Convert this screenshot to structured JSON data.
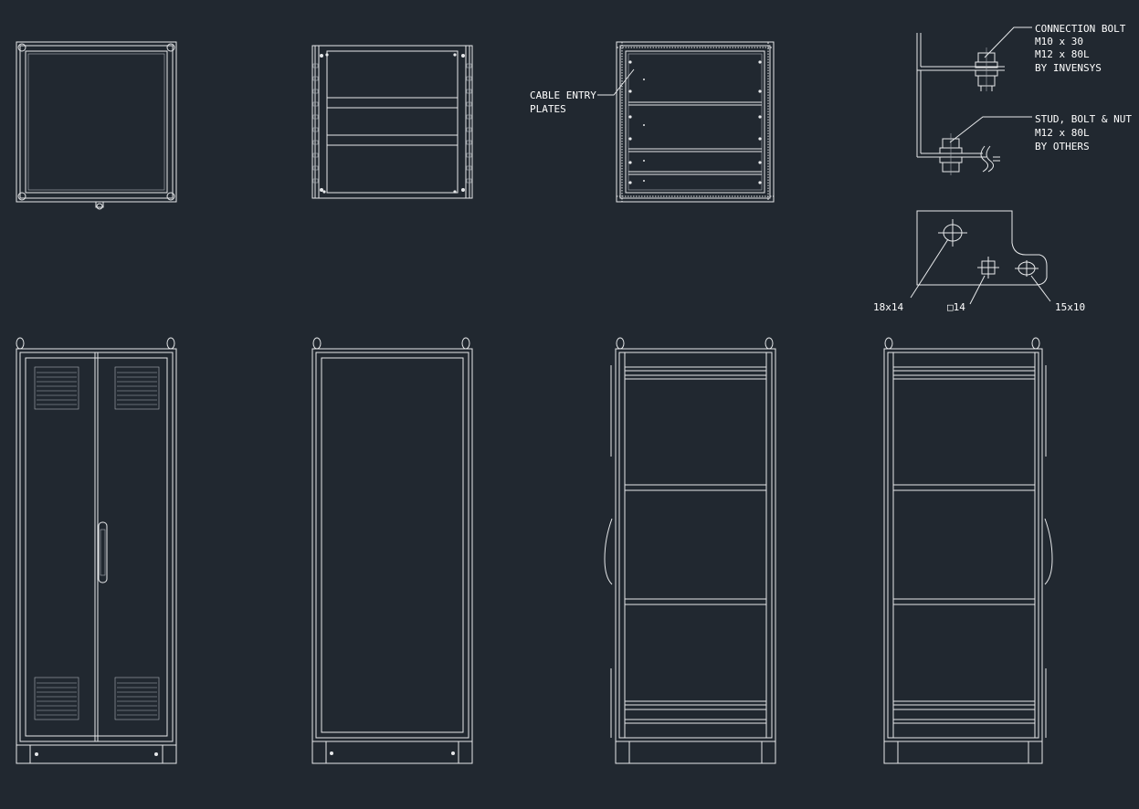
{
  "colors": {
    "background": "#212830",
    "line": "#e6e8ea"
  },
  "annotations": {
    "cable_entry": {
      "line1": "CABLE ENTRY",
      "line2": "PLATES"
    },
    "connection_bolt": {
      "line1": "CONNECTION BOLT",
      "line2": "M10 x 30",
      "line3": "M12 x 80L",
      "line4": "BY INVENSYS"
    },
    "stud_bolt_nut": {
      "line1": "STUD, BOLT & NUT",
      "line2": "M12 x 80L",
      "line3": "BY OTHERS"
    },
    "hole_1": "18x14",
    "hole_2": "□14",
    "hole_3": "15x10"
  }
}
